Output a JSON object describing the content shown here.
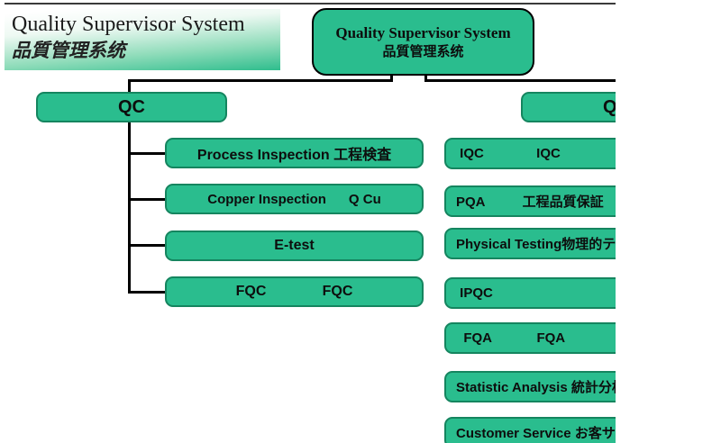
{
  "title_banner": {
    "line1": "Quality Supervisor System",
    "line2": "品質管理系统"
  },
  "root_box": {
    "line1": "Quality Supervisor System",
    "line2": "品質管理系统"
  },
  "qc_branch": {
    "label": "QC",
    "children": [
      "Process Inspection 工程検査",
      "Copper Inspection      Q Cu",
      "E-test",
      "FQC              FQC"
    ]
  },
  "qa_branch": {
    "label": "QA",
    "children": [
      " IQC              IQC",
      "PQA          工程品質保証",
      "Physical Testing物理的テスト",
      " IPQC",
      "  FQA            FQA",
      "Statistic Analysis 統計分析",
      "Customer Service お客サービス"
    ]
  },
  "colors": {
    "box_fill": "#2abd8e",
    "box_border": "#15855f",
    "root_border": "#000000",
    "connector": "#000000",
    "banner_green": "#2ebd8d",
    "top_rule": "#3a3a3a"
  }
}
